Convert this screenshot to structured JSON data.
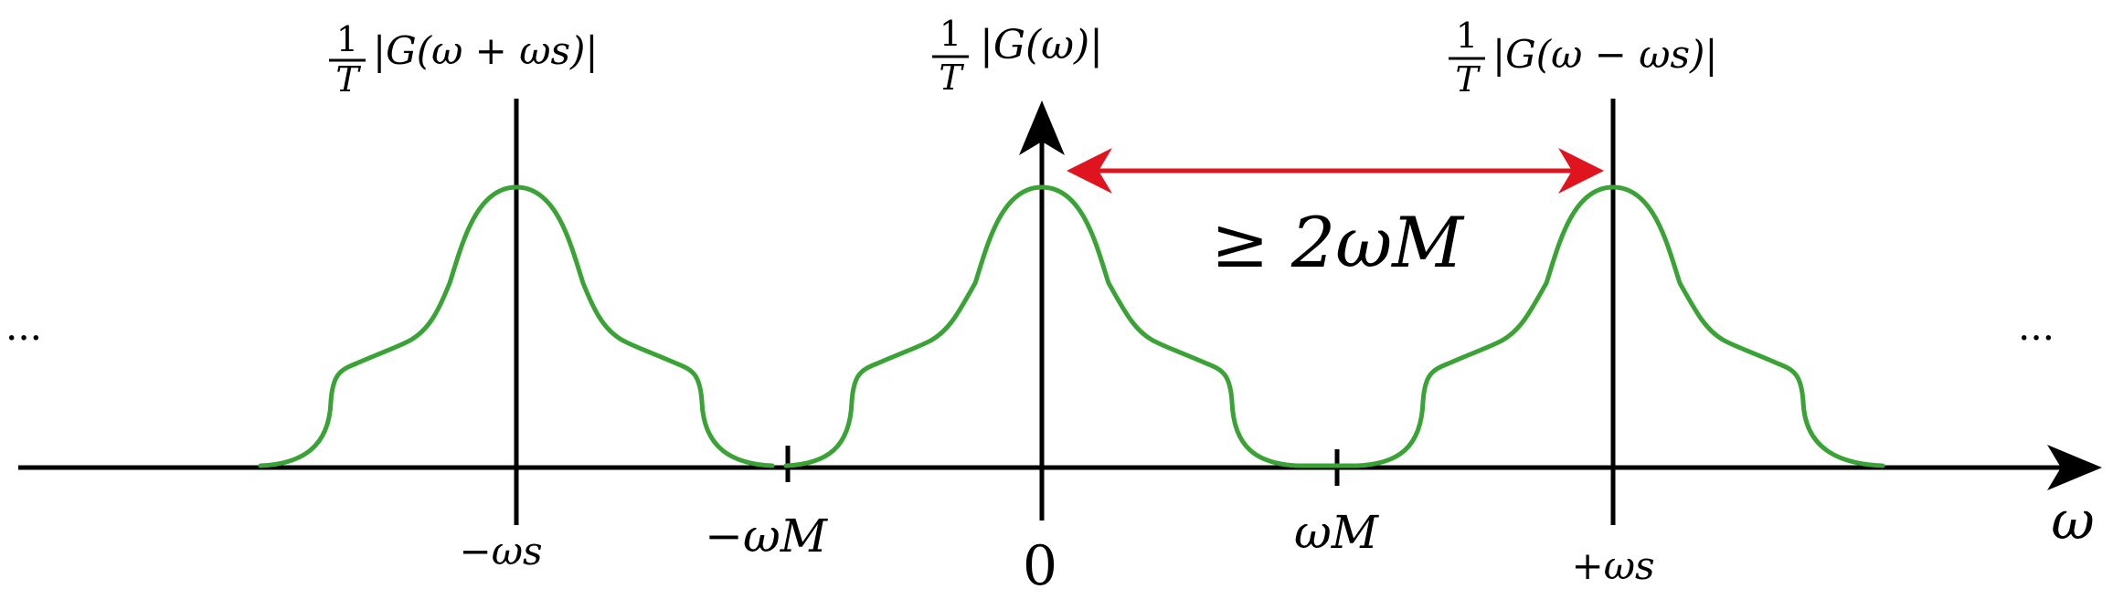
{
  "labels": {
    "shifted_left": {
      "frac_num": "1",
      "frac_den": "T",
      "expr": "|G(ω + ωs)|"
    },
    "center": {
      "frac_num": "1",
      "frac_den": "T",
      "expr": "|G(ω)|"
    },
    "shifted_right": {
      "frac_num": "1",
      "frac_den": "T",
      "expr": "|G(ω − ωs)|"
    },
    "spacing": "≥ 2ωM",
    "minus_ws": "−ωs",
    "minus_wm": "−ωM",
    "zero": "0",
    "wm": "ωM",
    "plus_ws": "+ωs",
    "omega_axis": "ω",
    "ellipsis_left": "...",
    "ellipsis_right": "..."
  },
  "colors": {
    "spectrum": "#3aa335",
    "spacing_arrow": "#e0141e",
    "axes": "#000000"
  }
}
